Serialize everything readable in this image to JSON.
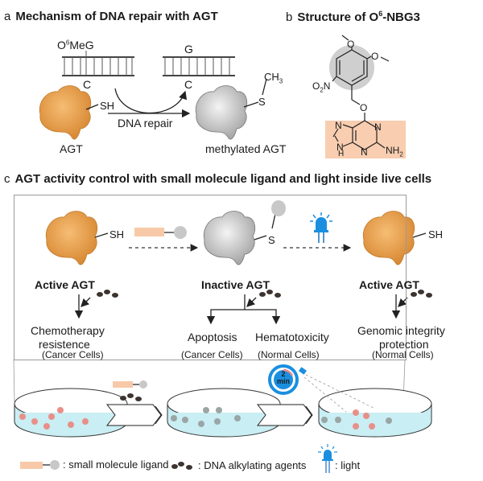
{
  "panel_a": {
    "letter": "a",
    "title": "Mechanism of DNA repair with AGT",
    "dna_left_top": "O6MeG",
    "dna_left_top_base": "O",
    "dna_left_top_sup": "6",
    "dna_left_top_rest": "MeG",
    "dna_left_bottom": "C",
    "dna_right_top": "G",
    "dna_right_bottom": "C",
    "sh_label": "SH",
    "arrow_label": "DNA repair",
    "protein_left": "AGT",
    "protein_right": "methylated AGT",
    "s_label": "S",
    "ch3_label": "CH",
    "ch3_sub": "3"
  },
  "panel_b": {
    "letter": "b",
    "title_base": "Structure of O",
    "title_sup": "6",
    "title_rest": "-NBG3",
    "nitro_o": "O",
    "nitro_sub": "2",
    "nitro_n": "N",
    "oxy": "O",
    "n1": "N",
    "n2": "N",
    "n3": "N",
    "nh": "N",
    "h": "H",
    "nh2": "NH",
    "nh2_sub": "2"
  },
  "panel_c": {
    "letter": "c",
    "title": "AGT activity control with small molecule ligand and light inside live cells",
    "left": {
      "sh": "SH",
      "state": "Active AGT",
      "outcome_line1": "Chemotherapy",
      "outcome_line2": "resistence",
      "cells": "(Cancer Cells)"
    },
    "middle": {
      "s": "S",
      "state": "Inactive AGT",
      "outcome1": "Apoptosis",
      "outcome1_cells": "(Cancer Cells)",
      "outcome2": "Hematotoxicity",
      "outcome2_cells": "(Normal Cells)"
    },
    "right": {
      "sh": "SH",
      "state": "Active  AGT",
      "outcome_line1": "Genomic integrity",
      "outcome_line2": "protection",
      "cells": "(Normal Cells)"
    },
    "timer": {
      "value": "2",
      "unit": "min"
    }
  },
  "legend": {
    "ligand": ": small molecule ligand",
    "alkylating": ": DNA alkylating agents",
    "light": ": light"
  },
  "colors": {
    "active_agt": "#f0a14a",
    "inactive_agt": "#d9d9d9",
    "ligand_body": "#f7c9a8",
    "ligand_head": "#c8c8c8",
    "led_blue": "#1a8fe0",
    "agent_dot": "#3d3330",
    "cancer_cell": "#e88f8a",
    "normal_cell": "#9aa6a6",
    "dish_fluid": "#c9eef3",
    "purine_box": "#f8cdb0",
    "ring_gray": "#cfcfcf"
  }
}
